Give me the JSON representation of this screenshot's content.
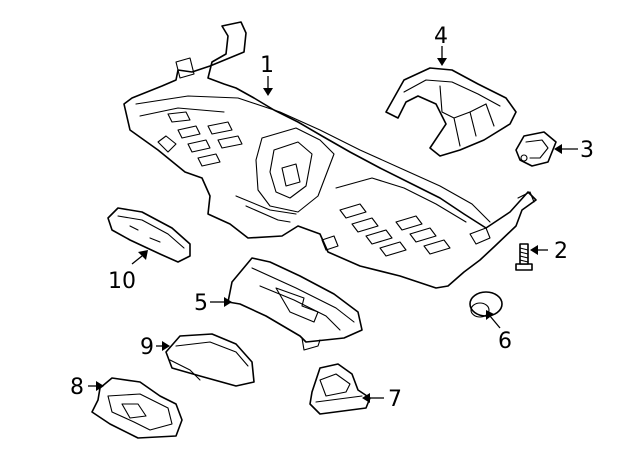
{
  "diagram": {
    "callouts": [
      {
        "label": "1"
      },
      {
        "label": "2"
      },
      {
        "label": "3"
      },
      {
        "label": "4"
      },
      {
        "label": "5"
      },
      {
        "label": "6"
      },
      {
        "label": "7"
      },
      {
        "label": "8"
      },
      {
        "label": "9"
      },
      {
        "label": "10"
      }
    ]
  },
  "colors": {
    "line": "#000000",
    "background": "#ffffff"
  }
}
